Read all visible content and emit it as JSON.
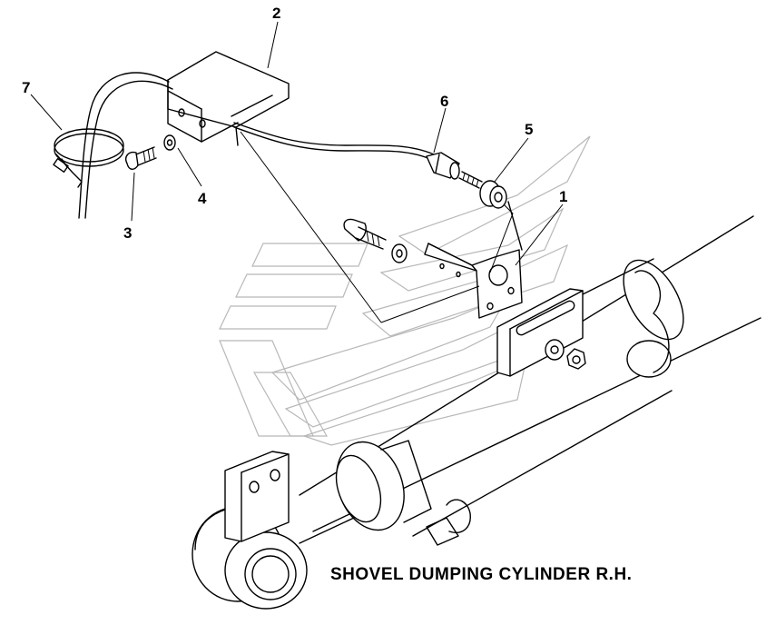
{
  "caption": "SHOVEL DUMPING CYLINDER R.H.",
  "callouts": {
    "c1": "1",
    "c2": "2",
    "c3": "3",
    "c4": "4",
    "c5": "5",
    "c6": "6",
    "c7": "7"
  }
}
